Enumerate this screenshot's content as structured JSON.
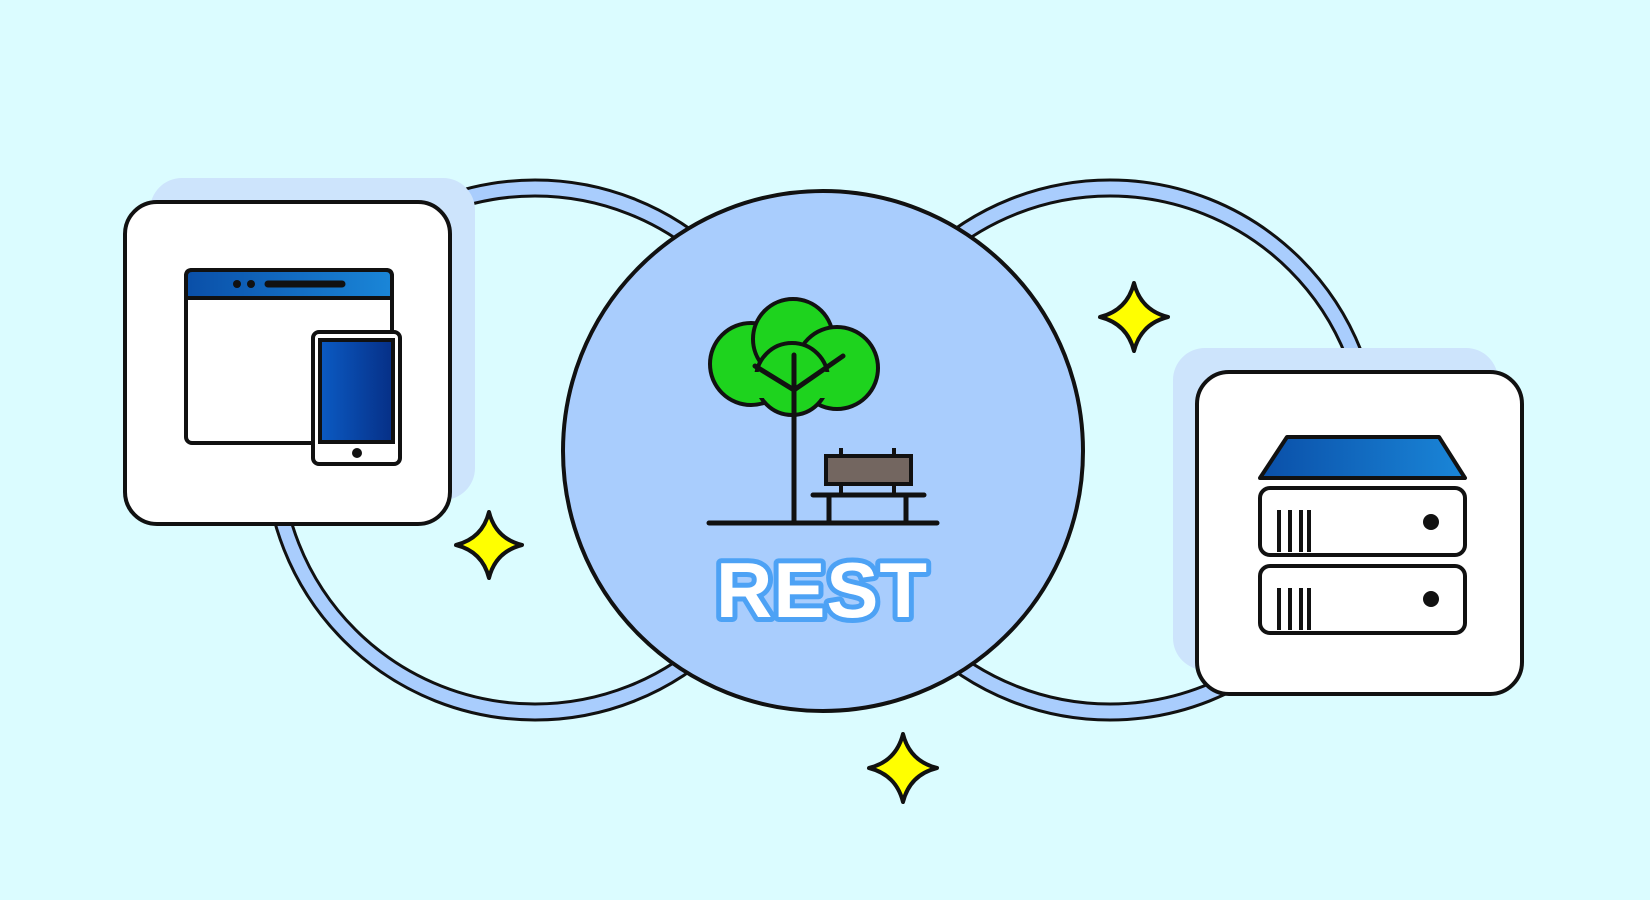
{
  "diagram": {
    "label": "REST",
    "nodes": [
      {
        "id": "client",
        "icon": "browser-and-mobile-icon"
      },
      {
        "id": "api",
        "icon": "tree-and-bench-icon"
      },
      {
        "id": "server",
        "icon": "server-stack-icon"
      }
    ],
    "decorations": [
      "sparkle-icon",
      "sparkle-icon",
      "sparkle-icon"
    ]
  },
  "colors": {
    "background": "#dbfcff",
    "center_circle": "#a9cdfd",
    "ring": "#a9cdfd",
    "card": "#ffffff",
    "card_shadow": "#cde4fc",
    "accent_blue": "#0a5fc0",
    "tree_green": "#1ed31e",
    "bench_brown": "#736660",
    "sparkle_yellow": "#ffff00",
    "label_fill": "#ffffff",
    "label_outline": "#4da2f5"
  }
}
